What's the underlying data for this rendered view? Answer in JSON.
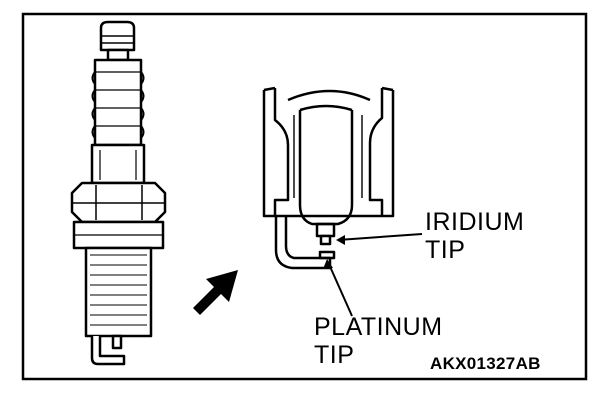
{
  "labels": {
    "iridium_tip": [
      "IRIDIUM",
      "TIP"
    ],
    "platinum_tip": [
      "PLATINUM",
      "TIP"
    ],
    "figure_code": "AKX01327AB"
  },
  "icons": {
    "plug": "spark-plug-icon",
    "arrow": "magnify-arrow-icon"
  },
  "colors": {
    "ink": "#000000",
    "background": "#ffffff"
  }
}
